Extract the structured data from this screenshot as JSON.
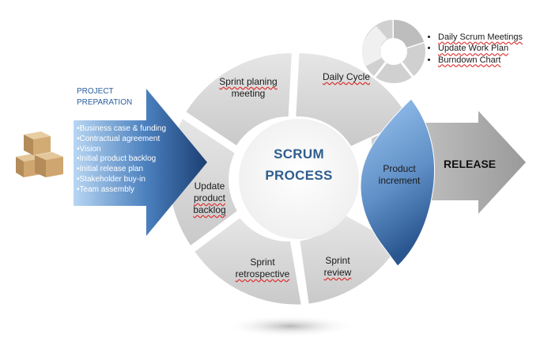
{
  "center": {
    "line1": "SCRUM",
    "line2": "PROCESS"
  },
  "preparation": {
    "title_line1": "PROJECT",
    "title_line2": "PREPARATION",
    "items": [
      "Business case & funding",
      "Contractual agreement",
      "Vision",
      "Initial  product backlog",
      "Initial  release plan",
      "Stakeholder buy-in",
      "Team assembly"
    ]
  },
  "cycle": {
    "sprint_planning": [
      "Sprint planing",
      "meeting"
    ],
    "daily_cycle": "Daily Cycle",
    "product_increment": [
      "Product",
      "increment"
    ],
    "sprint_review": [
      "Sprint",
      "review"
    ],
    "sprint_retrospective": [
      "Sprint",
      "retrospective"
    ],
    "update_backlog": [
      "Update",
      "product",
      "backlog"
    ]
  },
  "daily_items": [
    "Daily Scrum Meetings",
    "Update Work Plan",
    "Burndown Chart"
  ],
  "release": "RELEASE",
  "colors": {
    "accent_blue": "#2e5d8f",
    "gray_segment": "#d9d9d9",
    "highlight_blue": "#7fb2e6"
  }
}
